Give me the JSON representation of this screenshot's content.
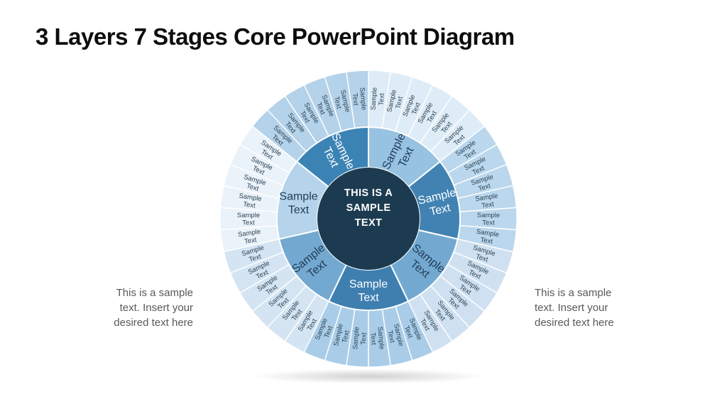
{
  "slide": {
    "title": "3 Layers 7 Stages Core PowerPoint Diagram",
    "background_color": "#ffffff",
    "title_color": "#0d0d0d"
  },
  "captions": {
    "color": "#595959",
    "left": {
      "lines": [
        "This is a sample",
        "text. Insert your",
        "desired text here"
      ]
    },
    "right": {
      "lines": [
        "This is a sample",
        "text. Insert your",
        "desired text here"
      ]
    }
  },
  "wheel": {
    "center": {
      "lines": [
        "THIS IS A",
        "SAMPLE",
        "TEXT"
      ],
      "color": "#1d3b50",
      "text_color": "#ffffff"
    },
    "mid_label_dark_color": "#1e3c55",
    "mid_label_light_color": "#ffffff",
    "outer_label_color": "#2d4454",
    "divider_color": "#ffffff",
    "stages": [
      {
        "position": "top-right",
        "mid_label": "Sample Text",
        "mid_color": "#97c2e2",
        "mid_text": "dark",
        "outer_color": "#deecf7",
        "outer_labels": [
          "Sample Text",
          "Sample Text",
          "Sample Text",
          "Sample Text",
          "Sample Text",
          "Sample Text"
        ]
      },
      {
        "position": "right",
        "mid_label": "Sample Text",
        "mid_color": "#4182b3",
        "mid_text": "light",
        "outer_color": "#bad7ed",
        "outer_labels": [
          "Sample Text",
          "Sample Text",
          "Sample Text",
          "Sample Text",
          "Sample Text",
          "Sample Text"
        ]
      },
      {
        "position": "bottom-right",
        "mid_label": "Sample Text",
        "mid_color": "#73a9d1",
        "mid_text": "dark",
        "outer_color": "#cfe1f1",
        "outer_labels": [
          "Sample Text",
          "Sample Text",
          "Sample Text",
          "Sample Text",
          "Sample Text",
          "Sample Text"
        ]
      },
      {
        "position": "bottom",
        "mid_label": "Sample Text",
        "mid_color": "#3e7fb0",
        "mid_text": "light",
        "outer_color": "#a9cde8",
        "outer_labels": [
          "Sample Text",
          "Sample Text",
          "Sample Text",
          "Sample Text",
          "Sample Text",
          "Sample Text"
        ]
      },
      {
        "position": "bottom-left",
        "mid_label": "Sample Text",
        "mid_color": "#73a9d1",
        "mid_text": "dark",
        "outer_color": "#d4e4f2",
        "outer_labels": [
          "Sample Text",
          "Sample Text",
          "Sample Text",
          "Sample Text",
          "Sample Text",
          "Sample Text"
        ]
      },
      {
        "position": "left",
        "mid_label": "Sample Text",
        "mid_color": "#b5d3ea",
        "mid_text": "dark",
        "outer_color": "#eaf2fa",
        "outer_labels": [
          "Sample Text",
          "Sample Text",
          "Sample Text",
          "Sample Text",
          "Sample Text",
          "Sample Text"
        ]
      },
      {
        "position": "top-left",
        "mid_label": "Sample Text",
        "mid_color": "#3c83b5",
        "mid_text": "light",
        "outer_color": "#b4d2e9",
        "outer_labels": [
          "Sample Text",
          "Sample Text",
          "Sample Text",
          "Sample Text",
          "Sample Text",
          "Sample Text"
        ]
      }
    ]
  }
}
